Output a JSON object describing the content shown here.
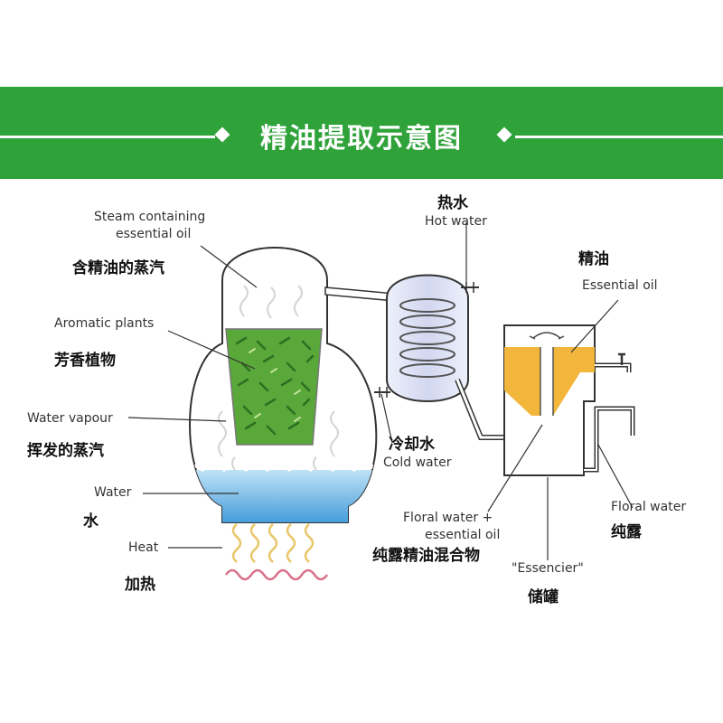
{
  "header": {
    "title": "精油提取示意图"
  },
  "labels": {
    "steam_en1": "Steam containing",
    "steam_en2": "essential oil",
    "steam_cn": "含精油的蒸汽",
    "plants_en": "Aromatic plants",
    "plants_cn": "芳香植物",
    "vapour_en": "Water vapour",
    "vapour_cn": "挥发的蒸汽",
    "water_en": "Water",
    "water_cn": "水",
    "heat_en": "Heat",
    "heat_cn": "加热",
    "hot_cn": "热水",
    "hot_en": "Hot water",
    "cold_cn": "冷却水",
    "cold_en": "Cold water",
    "oil_cn": "精油",
    "oil_en": "Essential oil",
    "mix_en1": "Floral water +",
    "mix_en2": "essential oil",
    "mix_cn": "纯露精油混合物",
    "floral_en": "Floral water",
    "floral_cn": "纯露",
    "essencier_en": "\"Essencier\"",
    "essencier_cn": "储罐"
  },
  "colors": {
    "banner": "#2fa23a",
    "water": "#4aa8e0",
    "oil": "#f2b63c",
    "plants": "#5aa83a",
    "heat_yellow": "#e8c66a",
    "heat_pink": "#d9708a",
    "condenser": "#d8dcf2"
  }
}
